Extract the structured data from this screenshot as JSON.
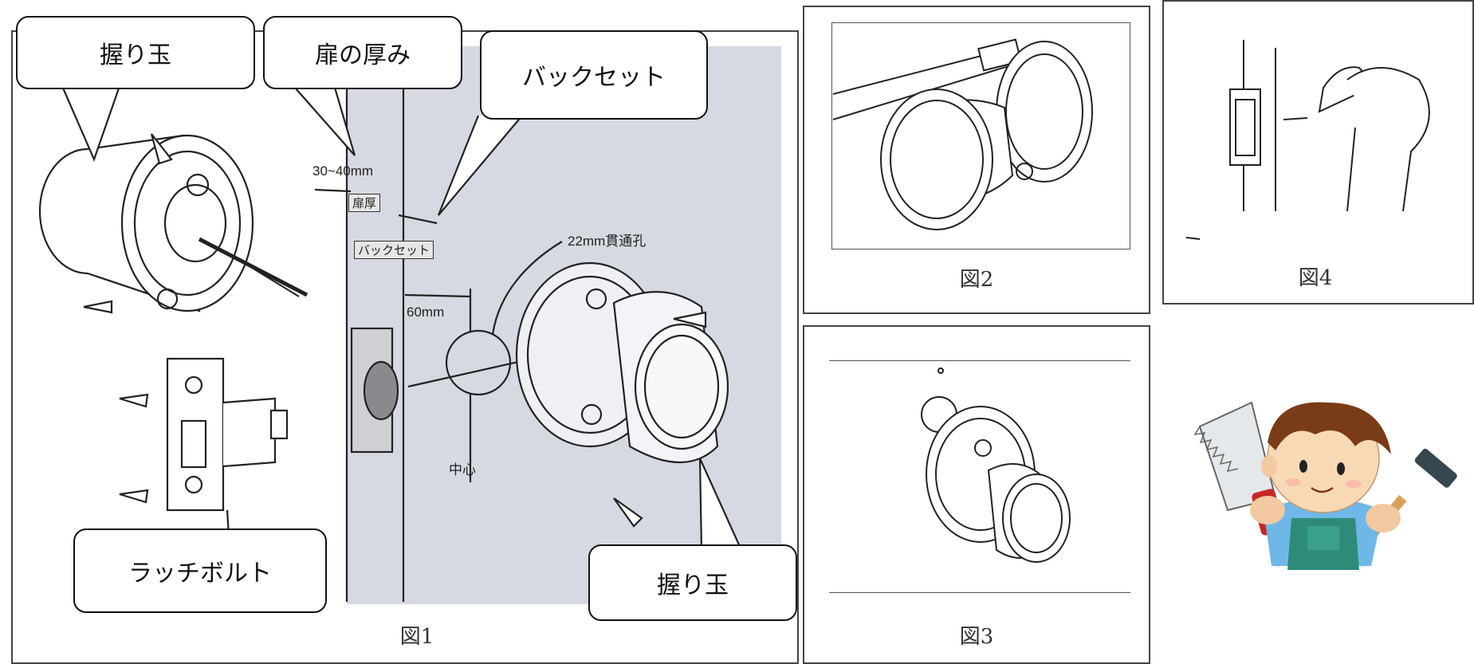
{
  "figure1": {
    "callouts": {
      "knob_top": "握り玉",
      "door_thickness": "扉の厚み",
      "backset": "バックセット",
      "latch_bolt": "ラッチボルト",
      "knob_bottom": "握り玉"
    },
    "annotations": {
      "thickness_range": "30~40mm",
      "door_thickness_box": "扉厚",
      "backset_box": "バックセット",
      "backset_value": "60mm",
      "through_hole": "22mm貫通孔",
      "center": "中心"
    },
    "caption": "図1"
  },
  "figure2": {
    "caption": "図2"
  },
  "figure3": {
    "caption": "図3"
  },
  "figure4": {
    "caption": "図4"
  }
}
